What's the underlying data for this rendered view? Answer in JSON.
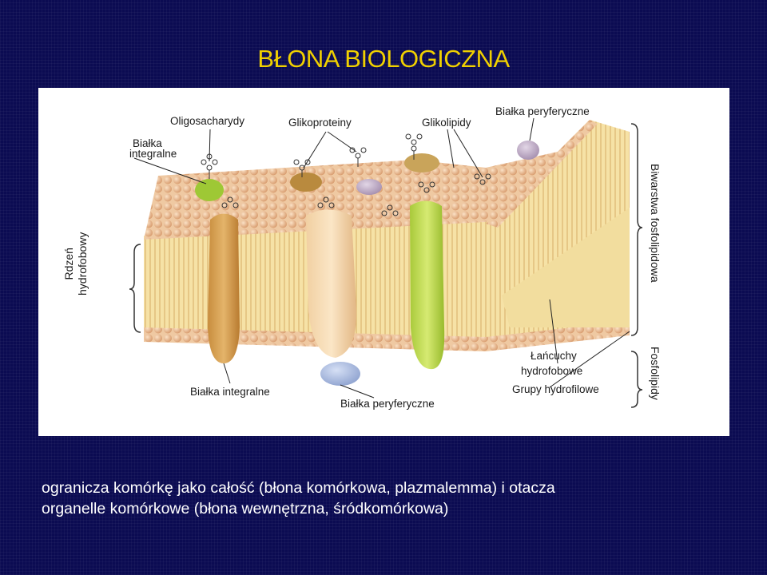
{
  "slide": {
    "title": "BŁONA BIOLOGICZNA",
    "caption_line1": "ogranicza komórkę jako całość (błona komórkowa, plazmalemma) i otacza",
    "caption_line2": "organelle komórkowe (błona wewnętrzna, śródkomórkowa)"
  },
  "diagram": {
    "labels": {
      "oligosacharydy": "Oligosacharydy",
      "glikoproteiny": "Glikoproteiny",
      "glikolipidy": "Glikolipidy",
      "bialka_peryferyczne_top": "Białka peryferyczne",
      "bialka_integralne_top_line1": "Białka",
      "bialka_integralne_top_line2": "integralne",
      "rdzen_line1": "Rdzeń",
      "rdzen_line2": "hydrofobowy",
      "biwarstwa": "Biwarstwa fosfolipidowa",
      "fosfolipidy": "Fosfolipidy",
      "lancuchy_line1": "Łańcuchy",
      "lancuchy_line2": "hydrofobowe",
      "grupy_hydrofilowe": "Grupy hydrofilowe",
      "bialka_integralne_bottom": "Białka integralne",
      "bialka_peryferyczne_bottom": "Białka peryferyczne"
    }
  }
}
